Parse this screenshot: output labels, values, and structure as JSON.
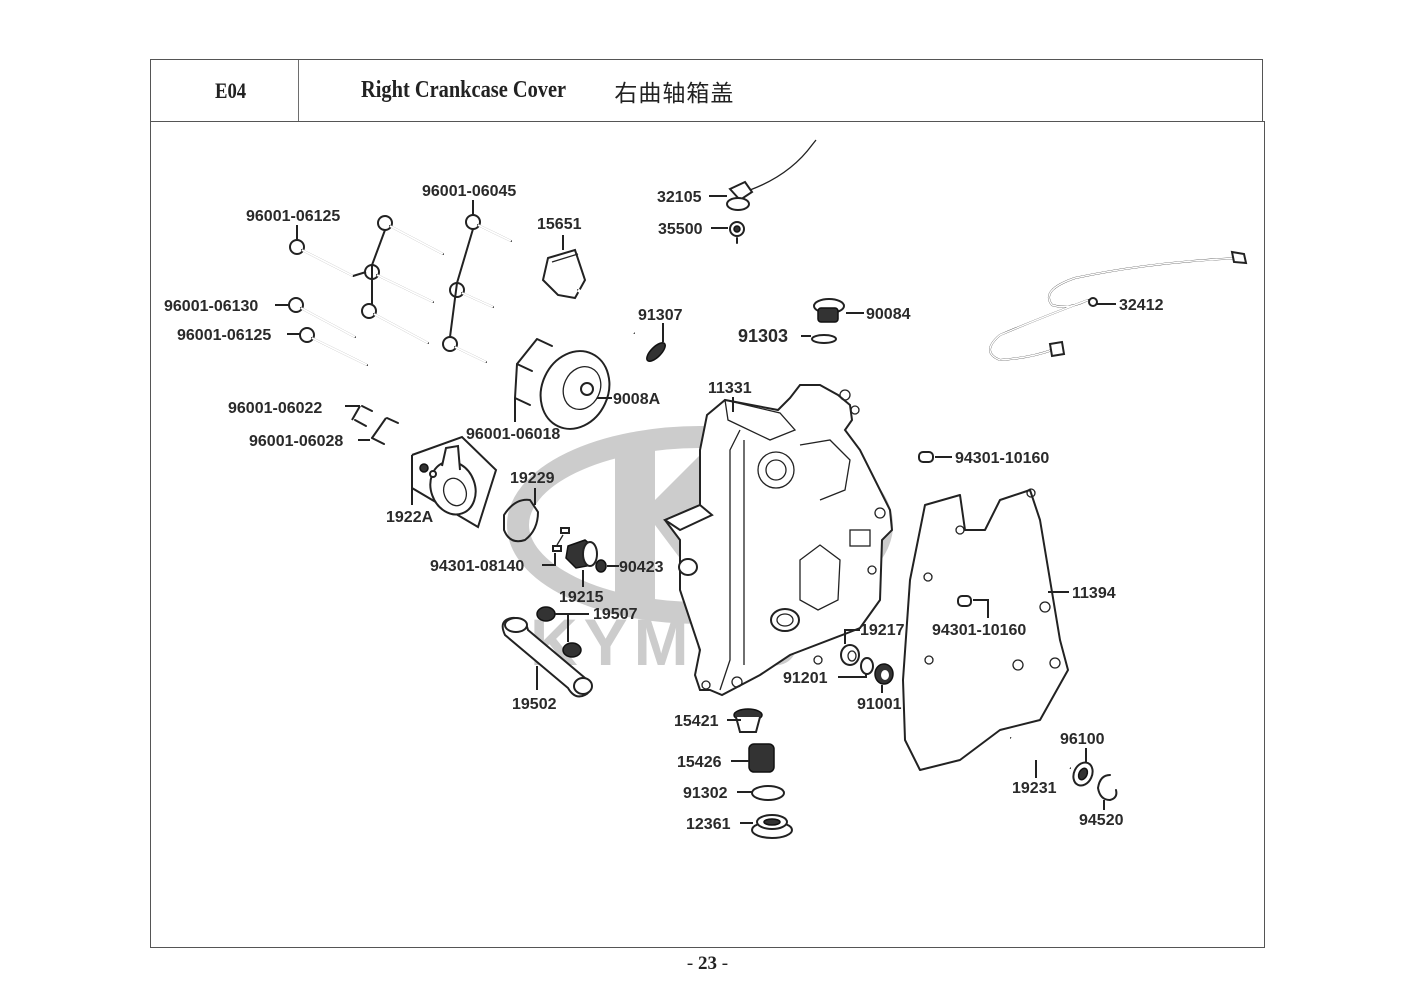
{
  "header": {
    "section_code": "E04",
    "title_en": "Right Crankcase Cover",
    "title_cn": "右曲轴箱盖"
  },
  "watermark": {
    "brand_text": "KYMCO",
    "logo_glyph": "K",
    "color": "#cccccc"
  },
  "page": {
    "prefix": "- ",
    "number": "23",
    "suffix": " -"
  },
  "parts": {
    "bolt_06125_top": "96001-06125",
    "bolt_06045": "96001-06045",
    "bolt_06130": "96001-06130",
    "bolt_06125_bottom": "96001-06125",
    "bolt_06022": "96001-06022",
    "bolt_06028": "96001-06028",
    "bolt_06018": "96001-06018",
    "dipstick": "15651",
    "oring_91307": "91307",
    "sensor_32105": "32105",
    "switch_35500": "35500",
    "plug_90084": "90084",
    "oring_91303": "91303",
    "wire_32412": "32412",
    "pump_cover_9008A": "9008A",
    "cover_11331": "11331",
    "pin_94301_10160_top": "94301-10160",
    "water_pump_cover_1922A": "1922A",
    "gasket_19229": "19229",
    "pin_94301_08140": "94301-08140",
    "impeller_19215": "19215",
    "washer_90423": "90423",
    "clamp_19507": "19507",
    "hose_19502": "19502",
    "gasket_11394": "11394",
    "pin_94301_10160_mid": "94301-10160",
    "bearing_19217": "19217",
    "oring_91201": "91201",
    "oilseal_91001": "91001",
    "strainer_15421": "15421",
    "spring_15426": "15426",
    "oring_91302": "91302",
    "drain_plug_12361": "12361",
    "bearing_96100": "96100",
    "shaft_19231": "19231",
    "circlip_94520": "94520"
  }
}
